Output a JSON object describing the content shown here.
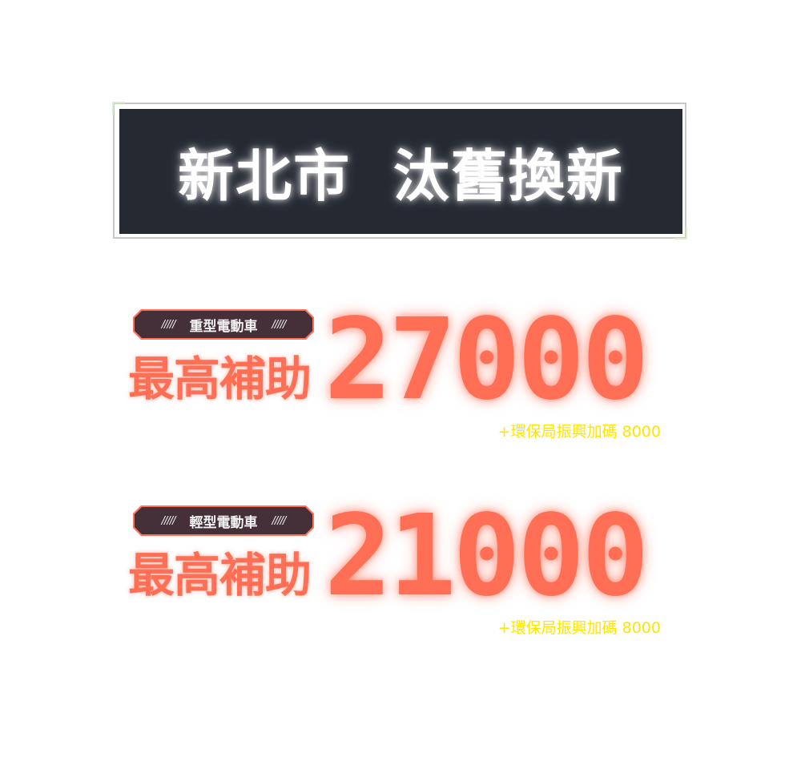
{
  "title": "新北市  汰舊換新",
  "sections": [
    {
      "badge": "重型電動車",
      "hatch": "/////",
      "lead": "最高補助",
      "amount": "27000",
      "bonus": "+環保局振興加碼 8000"
    },
    {
      "badge": "輕型電動車",
      "hatch": "/////",
      "lead": "最高補助",
      "amount": "21000",
      "bonus": "+環保局振興加碼 8000"
    }
  ],
  "colors": {
    "accent": "#ff6f55",
    "bonus": "#ffe600",
    "panel": "#252932",
    "badge": "#45303a"
  }
}
